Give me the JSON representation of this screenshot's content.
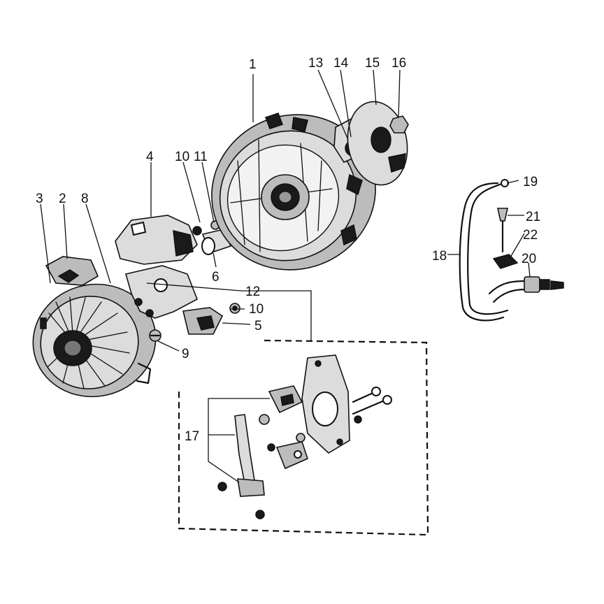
{
  "labels": {
    "l1": "1",
    "l2": "2",
    "l3": "3",
    "l4": "4",
    "l5": "5",
    "l6": "6",
    "l8": "8",
    "l9": "9",
    "l10a": "10",
    "l10b": "10",
    "l11": "11",
    "l12": "12",
    "l13": "13",
    "l14": "14",
    "l15": "15",
    "l16": "16",
    "l17": "17",
    "l18": "18",
    "l19": "19",
    "l20": "20",
    "l21": "21",
    "l22": "22"
  }
}
